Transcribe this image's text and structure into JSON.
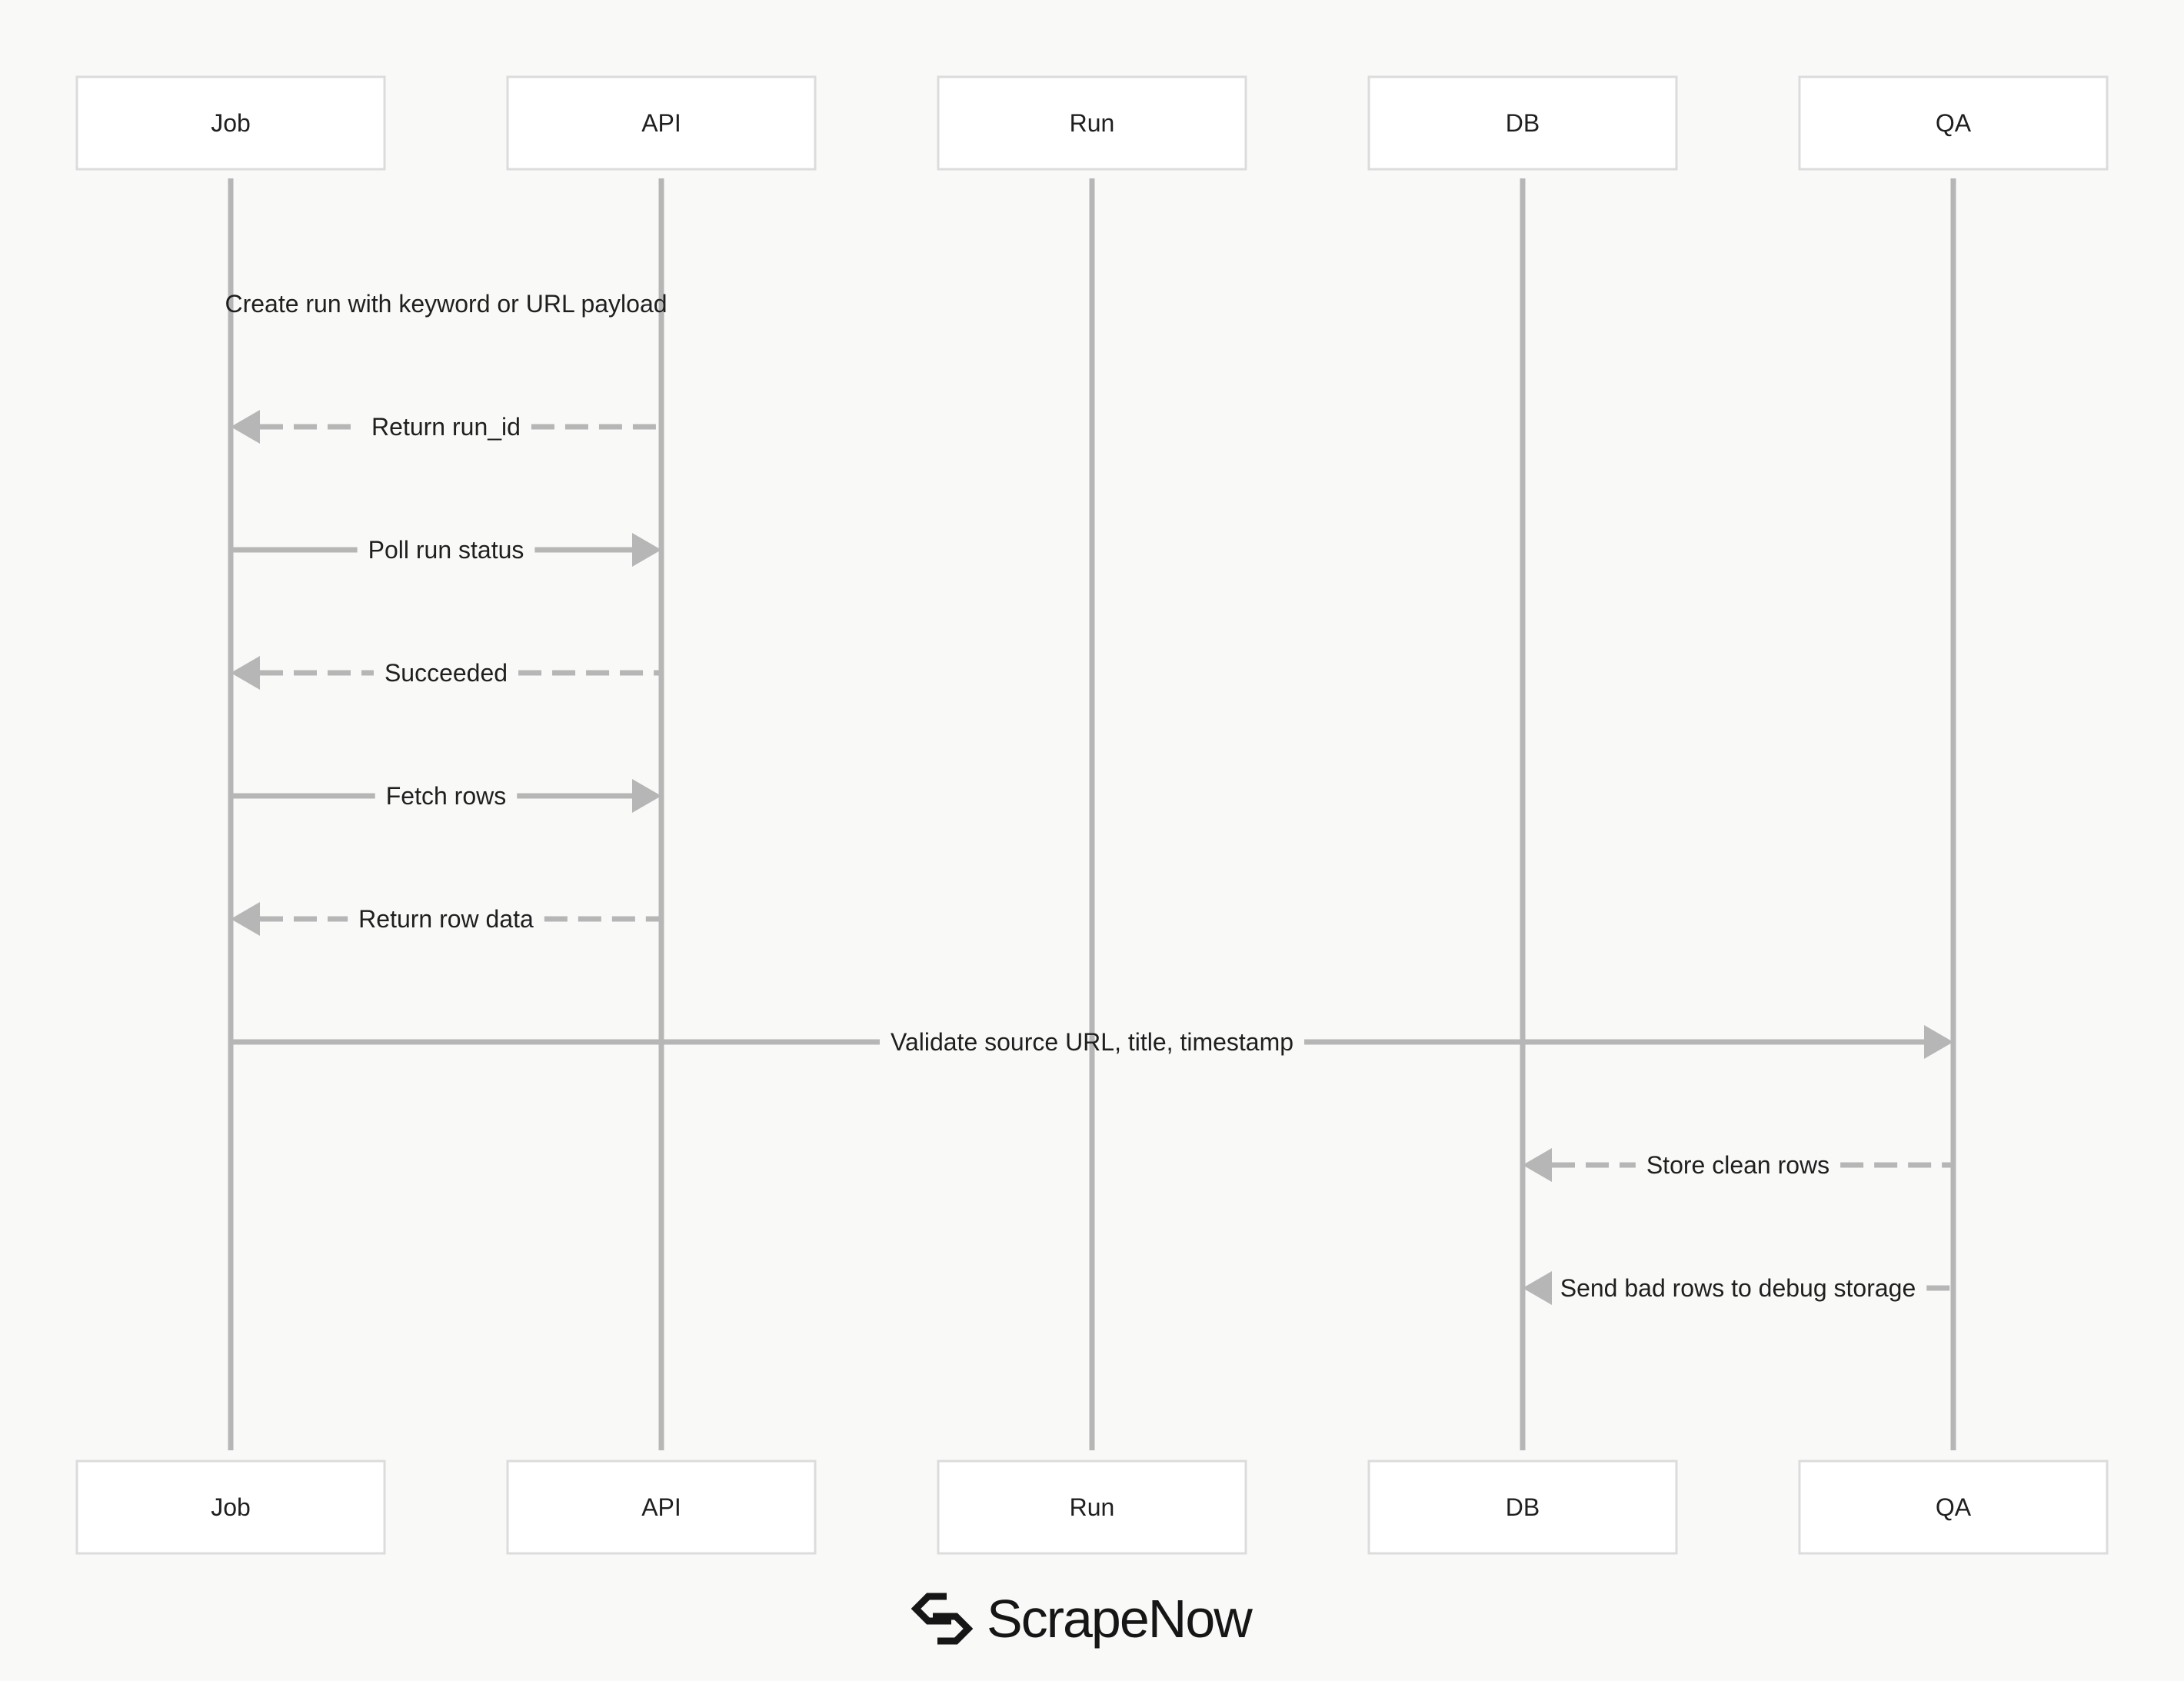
{
  "actors": [
    "Job",
    "API",
    "Run",
    "DB",
    "QA"
  ],
  "messages": [
    {
      "from": 0,
      "to": 1,
      "label": "Create run with keyword or URL payload",
      "style": "none"
    },
    {
      "from": 1,
      "to": 0,
      "label": "Return run_id",
      "style": "dashed"
    },
    {
      "from": 0,
      "to": 1,
      "label": "Poll run status",
      "style": "solid"
    },
    {
      "from": 1,
      "to": 0,
      "label": "Succeeded",
      "style": "dashed"
    },
    {
      "from": 0,
      "to": 1,
      "label": "Fetch rows",
      "style": "solid"
    },
    {
      "from": 1,
      "to": 0,
      "label": "Return row data",
      "style": "dashed"
    },
    {
      "from": 0,
      "to": 4,
      "label": "Validate source URL, title, timestamp",
      "style": "solid"
    },
    {
      "from": 4,
      "to": 3,
      "label": "Store clean rows",
      "style": "dashed"
    },
    {
      "from": 4,
      "to": 3,
      "label": "Send bad rows to debug storage",
      "style": "dashed"
    }
  ],
  "brand": {
    "name": "ScrapeNow",
    "logo_icon": "scrapenow-logo-icon"
  },
  "colors": {
    "background": "#f9f9f8",
    "line": "#b6b6b6",
    "box_border": "#dcdcdc",
    "text": "#1f1f1f"
  }
}
